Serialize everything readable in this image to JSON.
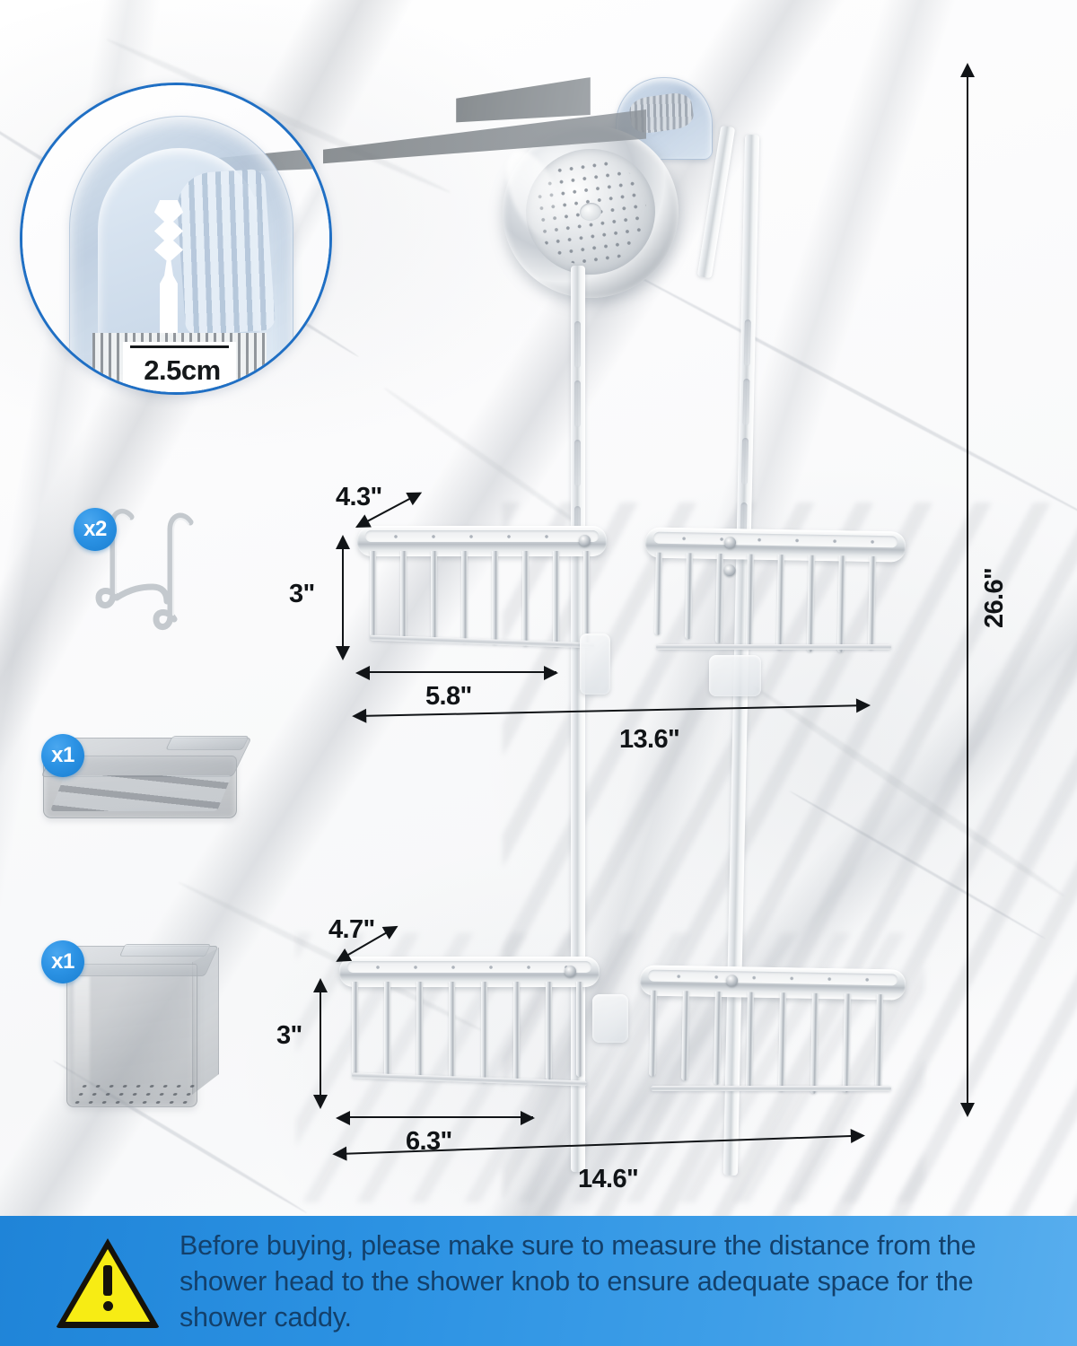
{
  "product": {
    "name": "over-the-shower-head-caddy",
    "material_finish": "aluminum"
  },
  "magnifier": {
    "name": "shower-arm-hook-detail",
    "measurement": "2.5cm",
    "subject": "hanging-hook-inner-width"
  },
  "accessories": [
    {
      "id": "hooks",
      "label": "x2",
      "item": "wire-hooks"
    },
    {
      "id": "soap-dish",
      "label": "x1",
      "item": "soap-dish-tray"
    },
    {
      "id": "cup-basket",
      "label": "x1",
      "item": "drainage-cup"
    }
  ],
  "dimensions": {
    "overall_height": "26.6\"",
    "top_shelf": {
      "depth": "4.3\"",
      "height": "3\"",
      "basket_width": "5.8\"",
      "total_width": "13.6\""
    },
    "bottom_shelf": {
      "depth": "4.7\"",
      "height": "3\"",
      "basket_width": "6.3\"",
      "total_width": "14.6\""
    }
  },
  "banner": {
    "warning_icon": "warning-triangle-icon",
    "text": "Before buying, please make sure to measure the distance from the shower head to the shower knob to ensure adequate space for the shower caddy."
  },
  "colors": {
    "banner_blue": "#2d93e3",
    "banner_text": "#13406b",
    "badge_blue": "#2b92e4",
    "magnifier_ring": "#1f6fc4",
    "warning_yellow": "#f7ec14",
    "dimension_black": "#111417"
  }
}
